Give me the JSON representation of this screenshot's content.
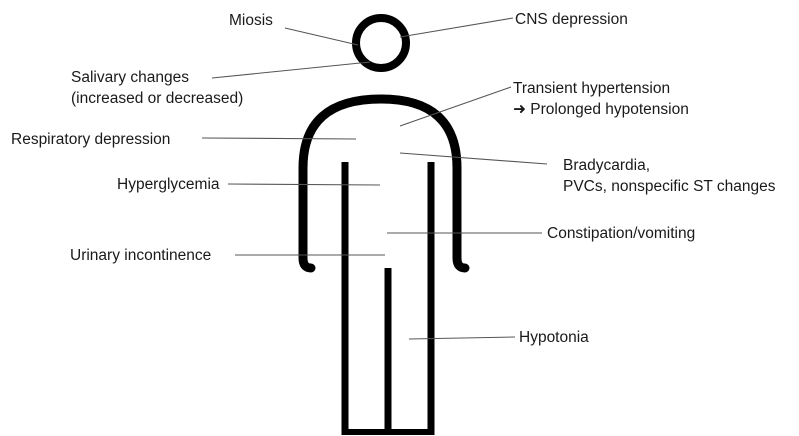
{
  "diagram": {
    "labels": {
      "miosis": "Miosis",
      "cns": "CNS depression",
      "salivary_1": "Salivary changes",
      "salivary_2": "(increased or decreased)",
      "hypertension_1": "Transient hypertension",
      "hypertension_2": "➜ Prolonged hypotension",
      "respiratory": "Respiratory depression",
      "bradycardia_1": "Bradycardia,",
      "bradycardia_2": "PVCs, nonspecific ST changes",
      "hyperglycemia": "Hyperglycemia",
      "constipation": "Constipation/vomiting",
      "urinary": "Urinary incontinence",
      "hypotonia": "Hypotonia"
    },
    "colors": {
      "figure": "#000000",
      "leader_line": "#555555",
      "text": "#1a1a1a"
    }
  }
}
